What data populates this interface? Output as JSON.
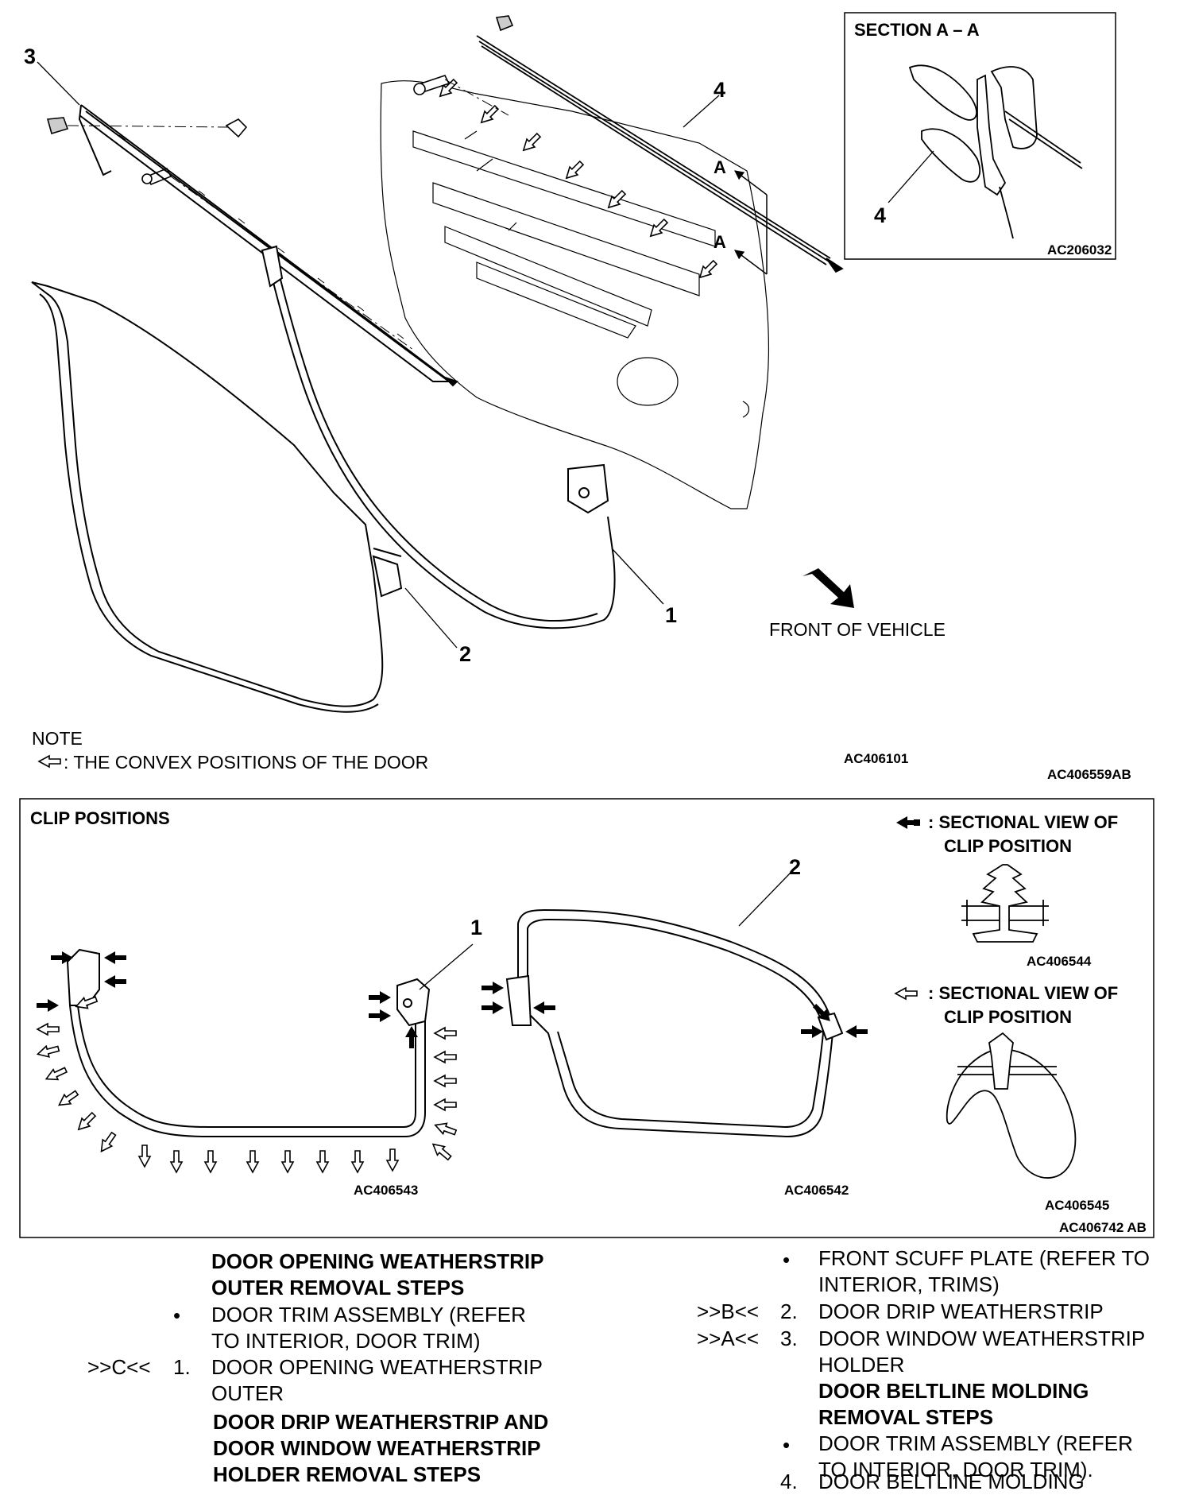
{
  "top_diagram": {
    "callouts": {
      "c1": "1",
      "c2": "2",
      "c3": "3",
      "c4_main": "4",
      "c4_section": "4"
    },
    "section_title": "SECTION A – A",
    "section_marker_a": "A",
    "section_code": "AC206032",
    "front_of_vehicle": "FRONT OF VEHICLE",
    "note_title": "NOTE",
    "note_text": ": THE CONVEX POSITIONS OF THE DOOR",
    "code_main": "AC406101",
    "code_panel": "AC406559AB"
  },
  "clip_positions": {
    "title": "CLIP POSITIONS",
    "callout_1": "1",
    "callout_2": "2",
    "legend_solid_line1": ": SECTIONAL VIEW OF",
    "legend_solid_line2": "CLIP POSITION",
    "legend_solid_code": "AC406544",
    "legend_open_line1": ": SECTIONAL VIEW OF",
    "legend_open_line2": "CLIP POSITION",
    "legend_open_code": "AC406545",
    "code_left": "AC406543",
    "code_mid": "AC406542",
    "code_panel": "AC406742 AB"
  },
  "procedures": {
    "left": {
      "h1_line1": "DOOR OPENING WEATHERSTRIP",
      "h1_line2": "OUTER REMOVAL STEPS",
      "bullet": "•",
      "s1_line1": "DOOR TRIM ASSEMBLY (REFER",
      "s1_line2": "TO INTERIOR, DOOR TRIM)",
      "s2_ref": ">>C<<",
      "s2_num": "1.",
      "s2_line1": "DOOR OPENING WEATHERSTRIP",
      "s2_line2": "OUTER",
      "h2_line1": "DOOR DRIP WEATHERSTRIP AND",
      "h2_line2": "DOOR WINDOW WEATHERSTRIP",
      "h2_line3": "HOLDER REMOVAL STEPS"
    },
    "right": {
      "bullet": "•",
      "s1_line1": "FRONT SCUFF PLATE (REFER TO",
      "s1_line2": "INTERIOR, TRIMS)",
      "s2_ref": ">>B<<",
      "s2_num": "2.",
      "s2_line1": "DOOR DRIP WEATHERSTRIP",
      "s3_ref": ">>A<<",
      "s3_num": "3.",
      "s3_line1": "DOOR WINDOW WEATHERSTRIP",
      "s3_line2": "HOLDER",
      "h3_line1": "DOOR BELTLINE MOLDING",
      "h3_line2": "REMOVAL STEPS",
      "s4_line1": "DOOR TRIM ASSEMBLY (REFER",
      "s4_line2": "TO INTERIOR, DOOR TRIM).",
      "s5_num": "4.",
      "s5_line1": "DOOR BELTLINE MOLDING"
    }
  }
}
